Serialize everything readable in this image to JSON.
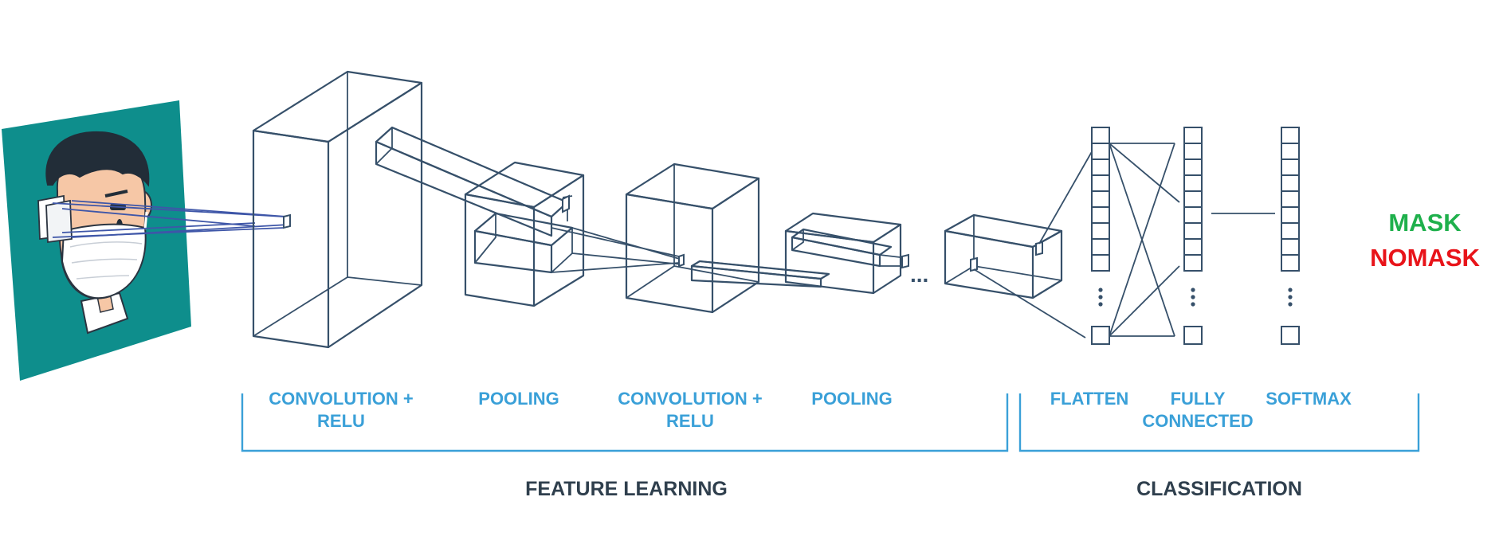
{
  "stages": [
    {
      "line1": "CONVOLUTION +",
      "line2": "RELU"
    },
    {
      "line1": "POOLING",
      "line2": ""
    },
    {
      "line1": "CONVOLUTION +",
      "line2": "RELU"
    },
    {
      "line1": "POOLING",
      "line2": ""
    },
    {
      "line1": "FLATTEN",
      "line2": ""
    },
    {
      "line1": "FULLY",
      "line2": "CONNECTED"
    },
    {
      "line1": "SOFTMAX",
      "line2": ""
    }
  ],
  "groups": {
    "feature": "FEATURE LEARNING",
    "classification": "CLASSIFICATION"
  },
  "ellipsis": "...",
  "outputs": {
    "mask": "MASK",
    "nomask": "NOMASK"
  },
  "colors": {
    "label_blue": "#3aa0d8",
    "wire": "#36506a",
    "group_text": "#2f3f4d",
    "poster_bg": "#0e8e8c",
    "ray": "#3e56a8",
    "mask_green": "#1fb04c",
    "nomask_red": "#e8141a"
  },
  "icons": {
    "input_image": "person-wearing-face-mask-icon"
  }
}
